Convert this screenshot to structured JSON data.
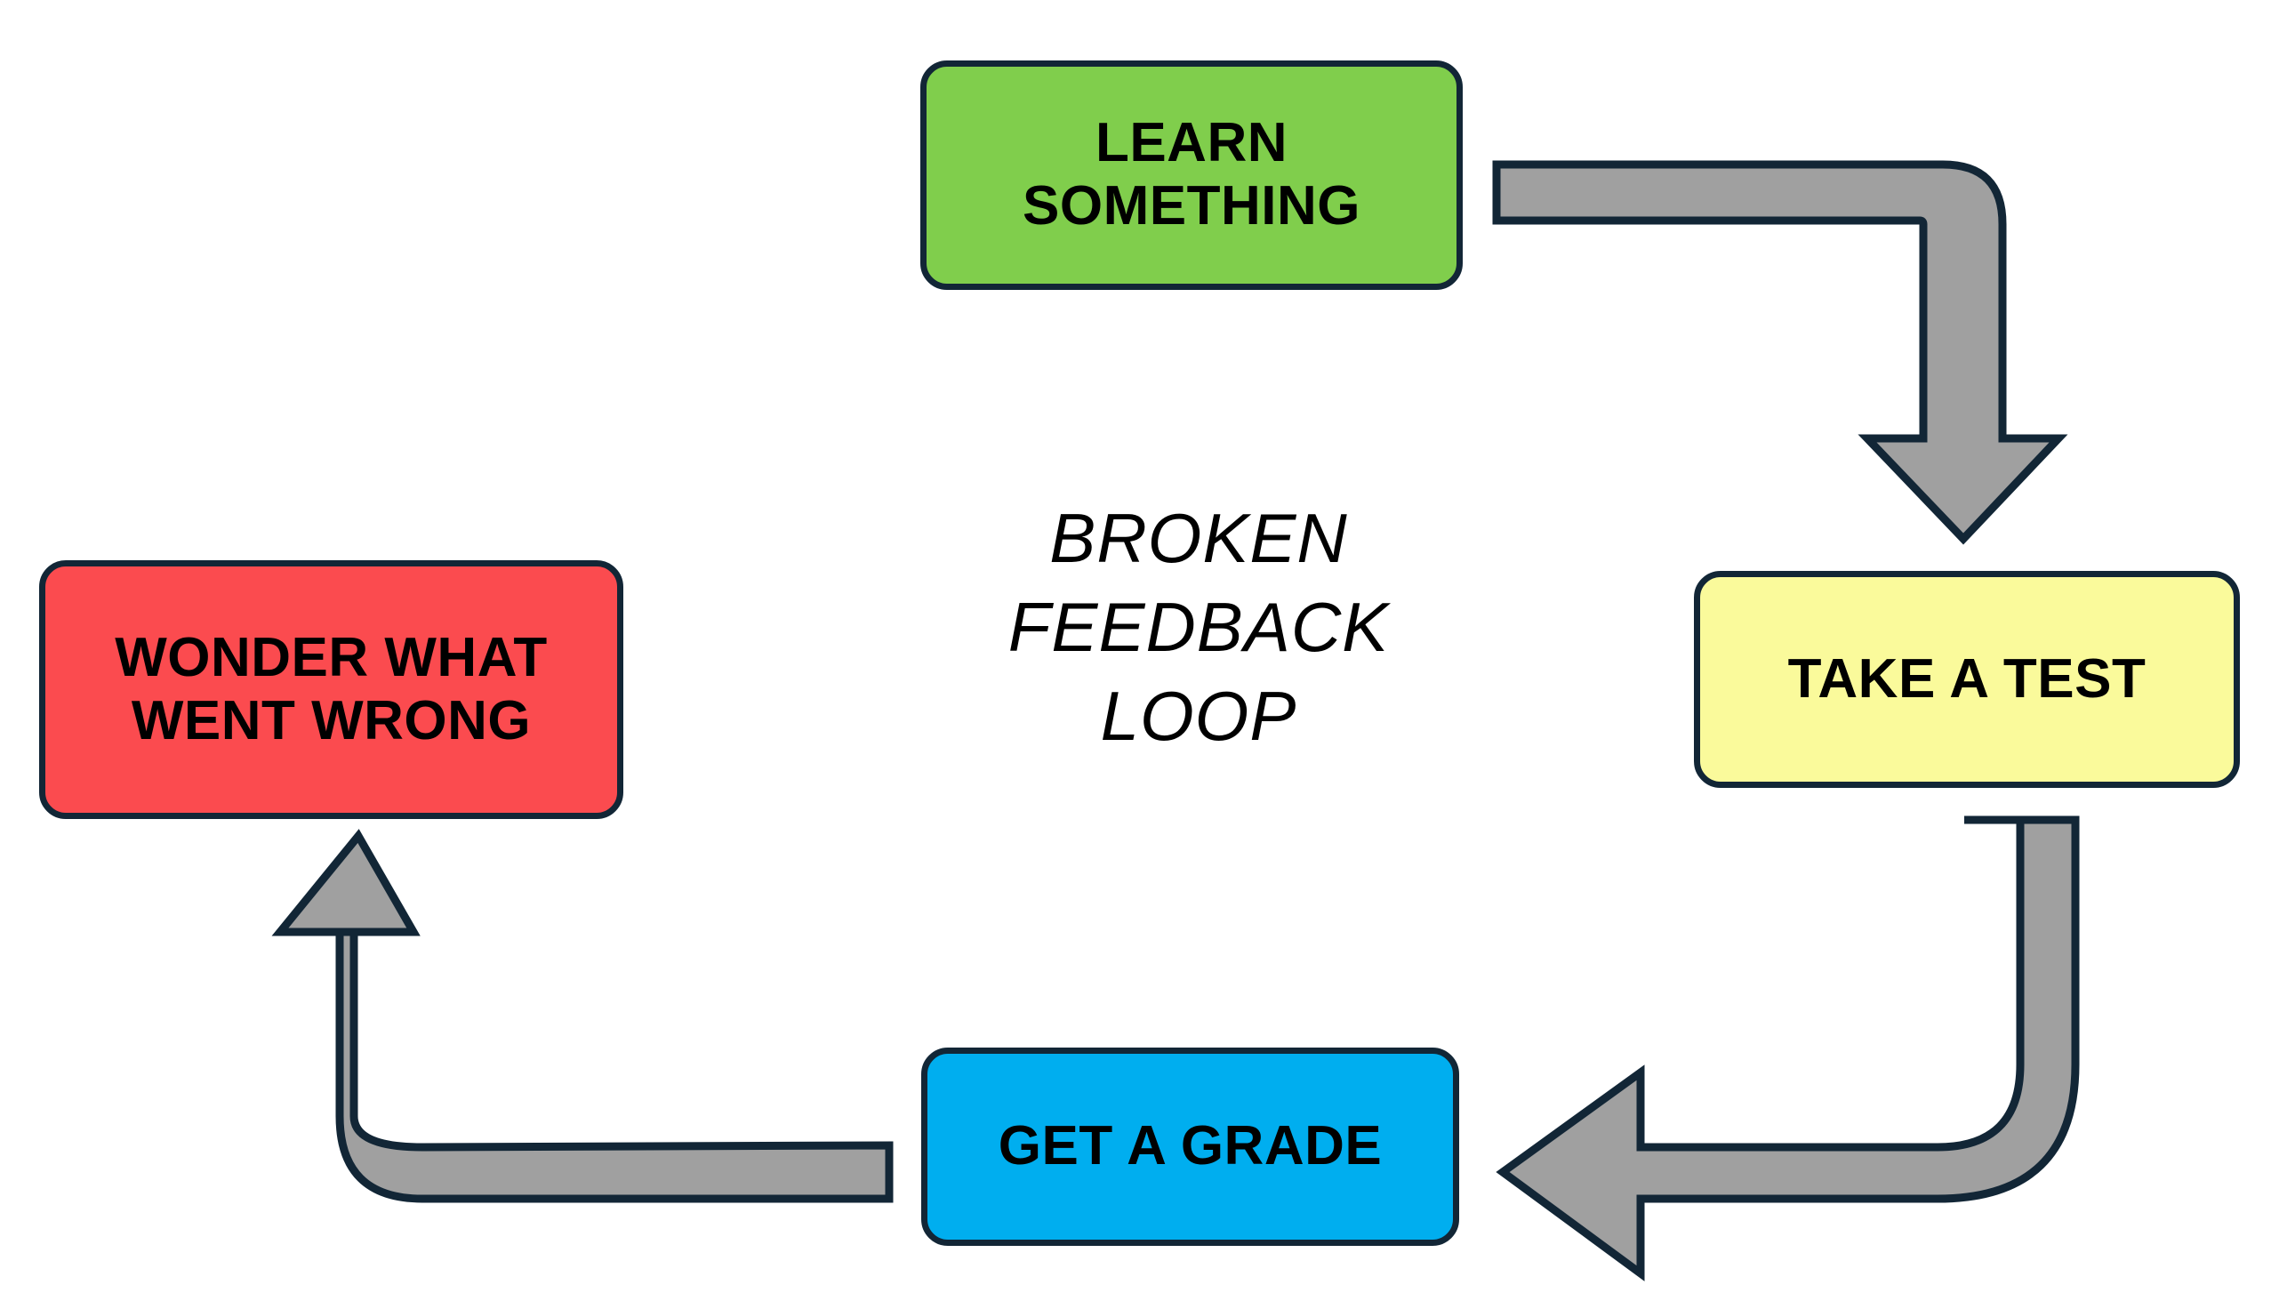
{
  "diagram": {
    "title": "BROKEN FEEDBACK LOOP",
    "background_color": "#FFFFFF",
    "center_caption": {
      "lines": [
        "BROKEN",
        "FEEDBACK",
        "LOOP"
      ],
      "line1": "BROKEN",
      "line2": "FEEDBACK",
      "line3": "LOOP",
      "style": "italic"
    },
    "nodes": [
      {
        "id": "learn-something",
        "label": "LEARN\nSOMETHING",
        "fill_color": "#80CE4C",
        "border_color": "#122636",
        "text_color": "#000000",
        "position": "top"
      },
      {
        "id": "take-a-test",
        "label": "TAKE A TEST",
        "fill_color": "#FAFA9B",
        "border_color": "#122636",
        "text_color": "#000000",
        "position": "right"
      },
      {
        "id": "get-a-grade",
        "label": "GET A GRADE",
        "fill_color": "#00AEEF",
        "border_color": "#122636",
        "text_color": "#000000",
        "position": "bottom"
      },
      {
        "id": "wonder-what-went-wrong",
        "label": "WONDER WHAT\nWENT WRONG",
        "fill_color": "#FB4B4F",
        "border_color": "#122636",
        "text_color": "#000000",
        "position": "left"
      }
    ],
    "arrows": [
      {
        "id": "learn-to-test",
        "from": "learn-something",
        "to": "take-a-test",
        "direction": "down",
        "fill_color": "#A0A0A0",
        "border_color": "#122636"
      },
      {
        "id": "test-to-grade",
        "from": "take-a-test",
        "to": "get-a-grade",
        "direction": "left",
        "fill_color": "#A0A0A0",
        "border_color": "#122636"
      },
      {
        "id": "grade-to-wonder",
        "from": "get-a-grade",
        "to": "wonder-what-went-wrong",
        "direction": "up",
        "fill_color": "#A0A0A0",
        "border_color": "#122636"
      }
    ]
  }
}
